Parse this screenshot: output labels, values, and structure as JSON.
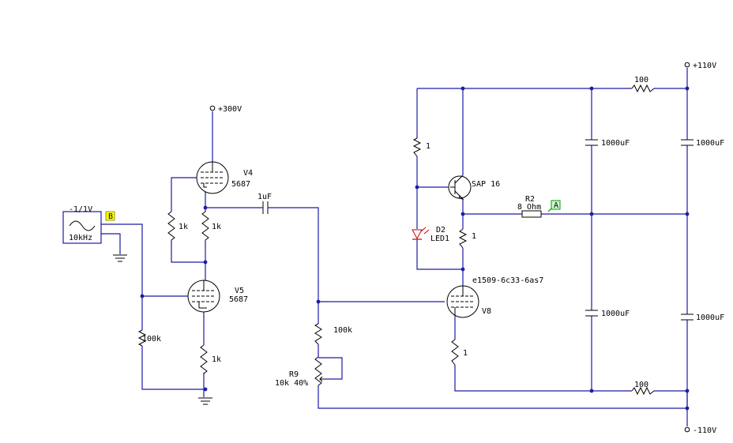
{
  "supplies": {
    "v300": "+300V",
    "vpos110": "+110V",
    "vneg110": "-110V"
  },
  "generator": {
    "amplitude": "-1/1V",
    "frequency": "10kHz",
    "probe": "B"
  },
  "tubes": {
    "v4_name": "V4",
    "v4_type": "5687",
    "v5_name": "V5",
    "v5_type": "5687",
    "v8_name": "V8",
    "v8_type": "e1509-6c33-6as7"
  },
  "resistors": {
    "v4_plate": "1k",
    "v4_bypass": "1k",
    "v5_cathode": "1k",
    "v5_grid": "100k",
    "bias": "100k",
    "pot_name": "R9",
    "pot_value": "10k 40%",
    "q_base": "1",
    "q_emitter": "1",
    "v8_cathode": "1",
    "pos_rail": "100",
    "neg_rail": "100",
    "r2_name": "R2",
    "r2_value": "8 Ohm"
  },
  "capacitors": {
    "coupling": "1uF",
    "c_top_inner": "1000uF",
    "c_top_outer": "1000uF",
    "c_bot_inner": "1000uF",
    "c_bot_outer": "1000uF"
  },
  "transistor": {
    "type": "SAP 16"
  },
  "led": {
    "name": "D2",
    "type": "LED1"
  },
  "output_probe": "A",
  "colors": {
    "wire": "#1c1ca8",
    "component": "#000000",
    "probe_b": "#ffff00",
    "probe_a": "#c8ffc8",
    "led": "#cc0000"
  }
}
